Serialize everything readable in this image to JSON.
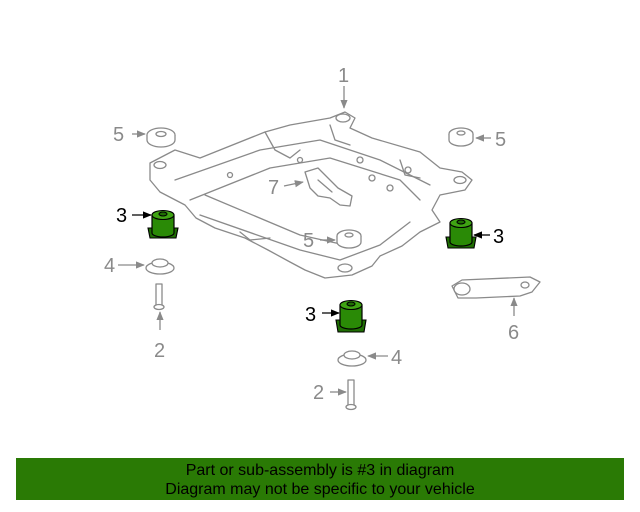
{
  "diagram": {
    "callouts": {
      "label_1": "1",
      "label_2_left": "2",
      "label_2_bottom": "2",
      "label_3_left": "3",
      "label_3_right": "3",
      "label_3_bottom": "3",
      "label_4_left": "4",
      "label_4_bottom": "4",
      "label_5_topleft": "5",
      "label_5_topright": "5",
      "label_5_center": "5",
      "label_6": "6",
      "label_7": "7"
    },
    "highlight_color": "#2a8a06",
    "line_color": "#8a8a8a"
  },
  "banner": {
    "line1": "Part or sub-assembly is #3 in diagram",
    "line2": "Diagram may not be specific to your vehicle",
    "background": "#2a7a05"
  }
}
